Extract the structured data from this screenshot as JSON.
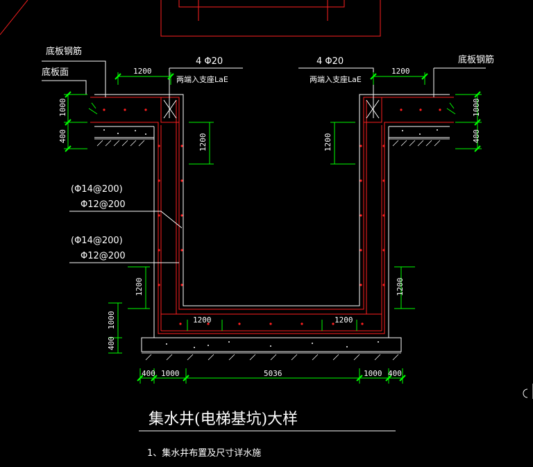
{
  "labels": {
    "bottom_slab_rebar_left": "底板钢筋",
    "bottom_slab_face_left": "底板面",
    "bottom_slab_rebar_right": "底板钢筋",
    "rebar_main_left": "4 Φ20",
    "rebar_main_right": "4 Φ20",
    "anchor_left": "两端入支座LaE",
    "anchor_right": "两端入支座LaE",
    "wall_rebar_1a": "(Φ14@200)",
    "wall_rebar_1b": "Φ12@200",
    "wall_rebar_2a": "(Φ14@200)",
    "wall_rebar_2b": "Φ12@200"
  },
  "dimensions": {
    "top_left_1200": "1200",
    "top_right_1200": "1200",
    "left_1000": "1000",
    "left_400": "400",
    "right_1000": "1000",
    "right_400": "400",
    "left_wall_1200": "1200",
    "right_wall_1200": "1200",
    "left_lower_1200": "1200",
    "right_lower_1200": "1200",
    "bottom_left_1000": "1000",
    "bottom_left_400": "400",
    "base_left_1200": "1200",
    "base_right_1200": "1200",
    "bottom_dims": [
      "400",
      "1000",
      "5036",
      "1000",
      "400"
    ]
  },
  "title": "集水井(电梯基坑)大样",
  "note": "1、集水井布置及尺寸详水施",
  "colors": {
    "background": "#000000",
    "concrete": "#ffffff",
    "rebar": "#ff2020",
    "dimension": "#00ff00",
    "text": "#ffffff"
  }
}
